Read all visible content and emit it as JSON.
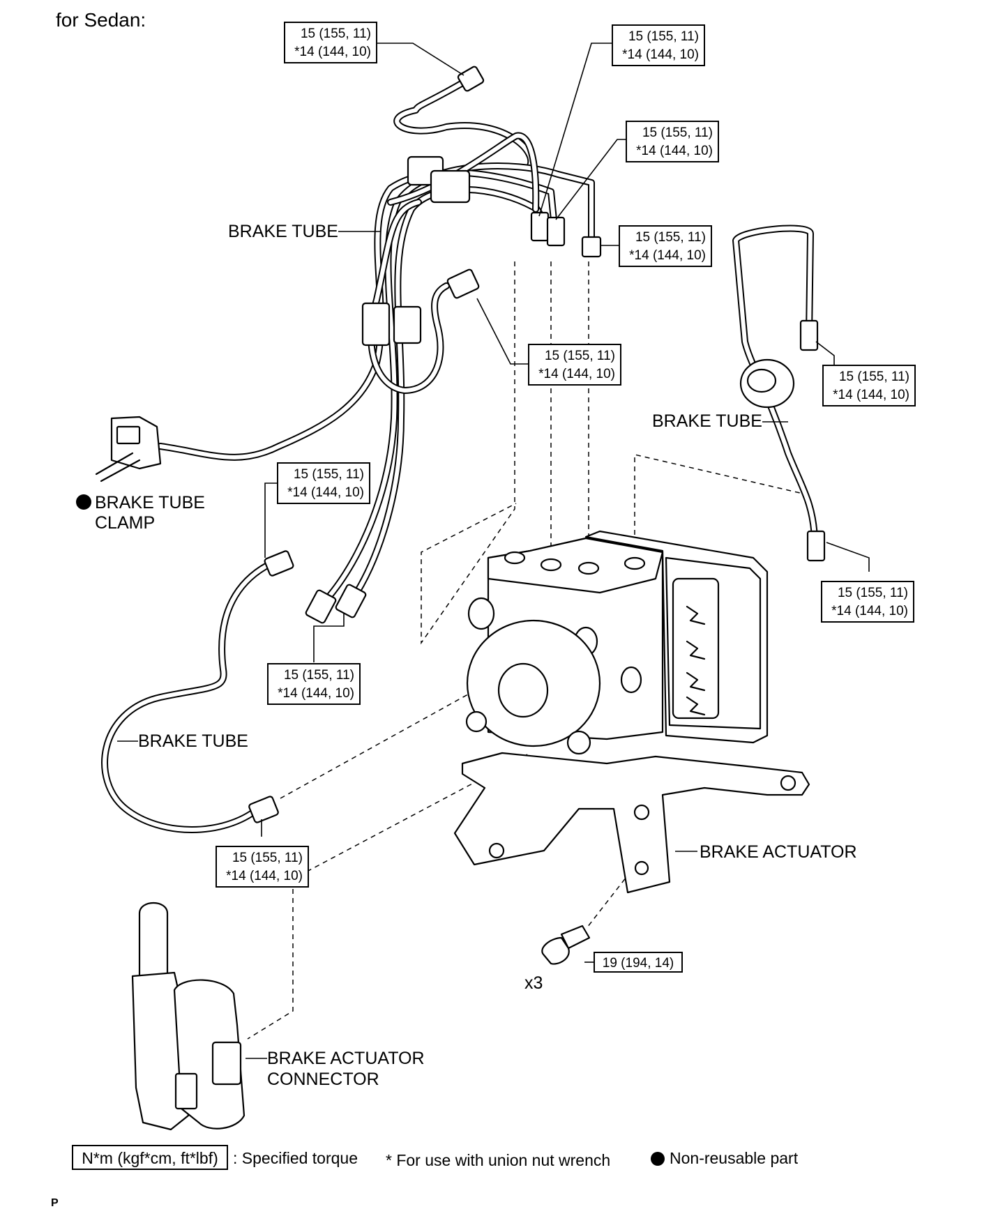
{
  "header": {
    "title": "for Sedan:"
  },
  "torque": {
    "line1": "15 (155, 11)",
    "line2": "*14 (144, 10)",
    "bolt": "19 (194, 14)",
    "bolt_qty": "x3"
  },
  "labels": {
    "brake_tube": "BRAKE TUBE",
    "brake_tube_clamp_1": "BRAKE TUBE",
    "brake_tube_clamp_2": "CLAMP",
    "brake_actuator": "BRAKE ACTUATOR",
    "brake_actuator_connector_1": "BRAKE ACTUATOR",
    "brake_actuator_connector_2": "CONNECTOR"
  },
  "legend": {
    "unit_box": "N*m (kgf*cm, ft*lbf)",
    "unit_text": ": Specified torque",
    "wrench_note": "* For use with union nut wrench",
    "nonreusable": "Non-reusable part"
  },
  "footer": {
    "code": "P"
  }
}
